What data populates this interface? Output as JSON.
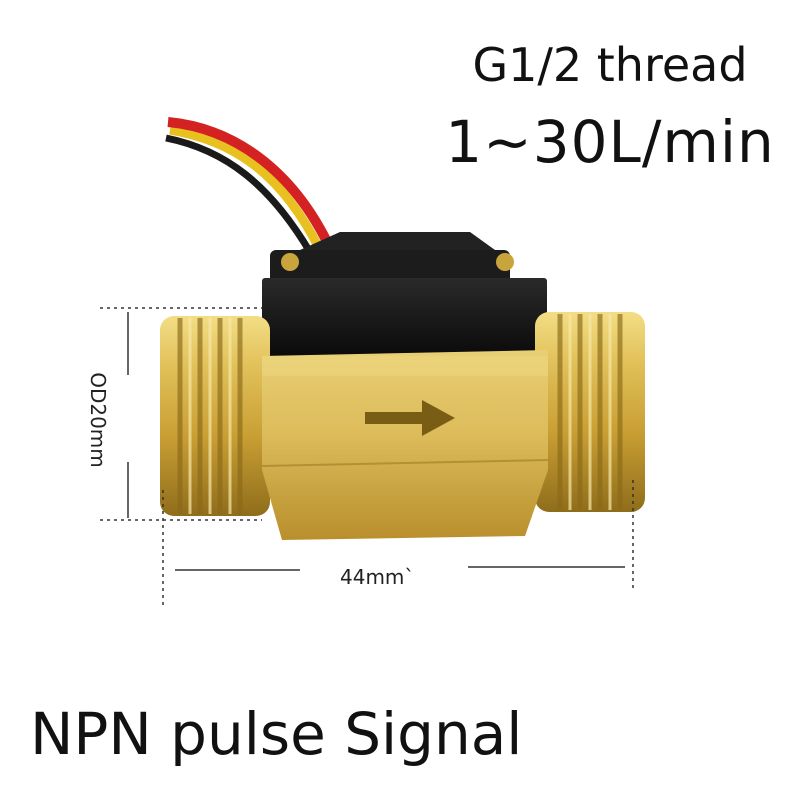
{
  "product": {
    "thread_spec": "G1/2 thread",
    "flow_range": "1~30L/min",
    "signal_type": "NPN pulse Signal"
  },
  "dimensions": {
    "outer_diameter": "OD20mm",
    "length": "44mm`"
  },
  "colors": {
    "brass": "#d8b548",
    "brass_dark": "#9c7a1c",
    "housing": "#111111",
    "wire_red": "#d42222",
    "wire_yellow": "#e8c020"
  }
}
